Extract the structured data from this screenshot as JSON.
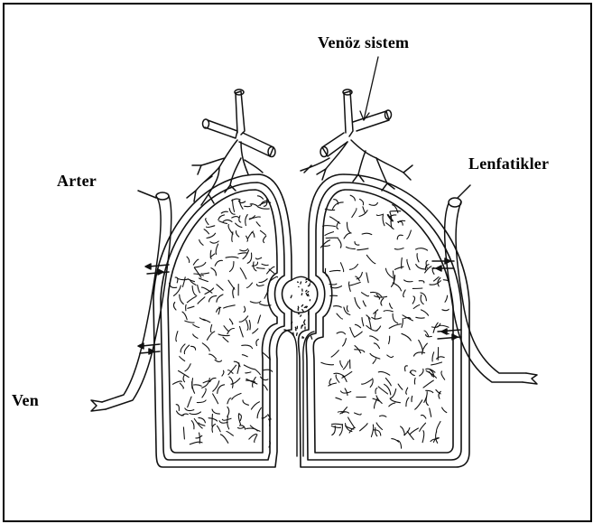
{
  "labels": {
    "venoz_sistem": "Venöz sistem",
    "arter": "Arter",
    "lenfatikler": "Lenfatikler",
    "ven": "Ven"
  },
  "colors": {
    "ink": "#000000",
    "paper": "#ffffff",
    "frame_border": "#000000"
  }
}
